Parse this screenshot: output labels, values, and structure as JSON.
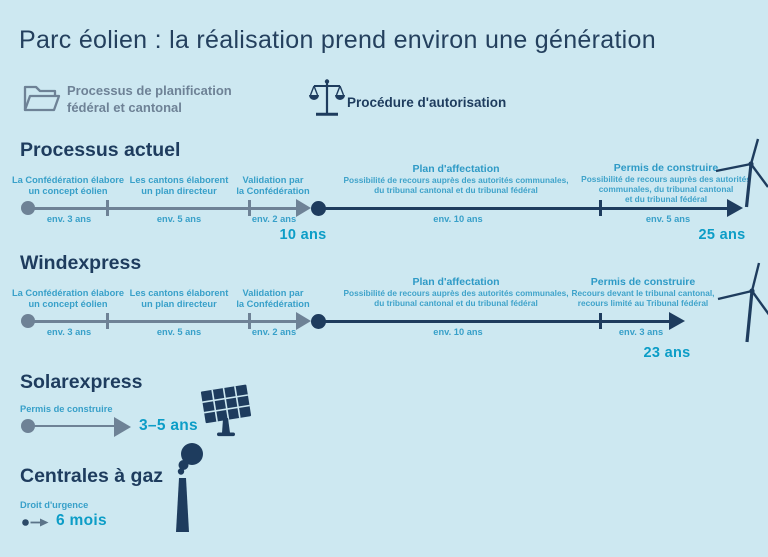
{
  "title": "Parc éolien : la réalisation prend environ une génération",
  "colors": {
    "background": "#cde8f1",
    "navy": "#1e3c5e",
    "gray_blue": "#6e8296",
    "light_blue": "#38a0c9",
    "teal": "#0c9dc7"
  },
  "legend": {
    "planning": {
      "icon": "folder-icon",
      "label_lines": [
        "Processus de planification",
        "fédéral et cantonal"
      ]
    },
    "authorization": {
      "icon": "scales-icon",
      "label": "Procédure d'autorisation"
    }
  },
  "sections": {
    "actuel": {
      "heading": "Processus actuel",
      "planning_phases": [
        {
          "lines": [
            "La Confédération élabore",
            "un concept éolien"
          ],
          "duration": "env. 3 ans"
        },
        {
          "lines": [
            "Les cantons élaborent",
            "un plan directeur"
          ],
          "duration": "env. 5 ans"
        },
        {
          "lines": [
            "Validation par",
            "la Confédération"
          ],
          "duration": "env. 2 ans"
        }
      ],
      "authorization_phases": [
        {
          "title": "Plan d'affectation",
          "subtitle_lines": [
            "Possibilité de recours auprès des autorités communales,",
            "du tribunal cantonal et du tribunal fédéral"
          ],
          "duration": "env. 10 ans"
        },
        {
          "title": "Permis de construire",
          "subtitle_lines": [
            "Possibilité de recours auprès des autorités",
            "communales, du tribunal cantonal",
            "et du tribunal fédéral"
          ],
          "duration": "env. 5 ans"
        }
      ],
      "planning_total": "10 ans",
      "total": "25 ans"
    },
    "windexpress": {
      "heading": "Windexpress",
      "planning_phases": [
        {
          "lines": [
            "La Confédération élabore",
            "un concept éolien"
          ],
          "duration": "env. 3 ans"
        },
        {
          "lines": [
            "Les cantons élaborent",
            "un plan directeur"
          ],
          "duration": "env. 5 ans"
        },
        {
          "lines": [
            "Validation par",
            "la Confédération"
          ],
          "duration": "env. 2 ans"
        }
      ],
      "authorization_phases": [
        {
          "title": "Plan d'affectation",
          "subtitle_lines": [
            "Possibilité de recours auprès des autorités communales,",
            "du tribunal cantonal et du tribunal fédéral"
          ],
          "duration": "env. 10 ans"
        },
        {
          "title": "Permis de construire",
          "subtitle_lines": [
            "Recours devant le tribunal cantonal,",
            "recours limité au Tribunal fédéral"
          ],
          "duration": "env. 3 ans"
        }
      ],
      "total": "23 ans"
    },
    "solarexpress": {
      "heading": "Solarexpress",
      "phase_label": "Permis de construire",
      "total": "3–5 ans"
    },
    "gaz": {
      "heading": "Centrales à gaz",
      "phase_label": "Droit d'urgence",
      "total": "6 mois"
    }
  }
}
